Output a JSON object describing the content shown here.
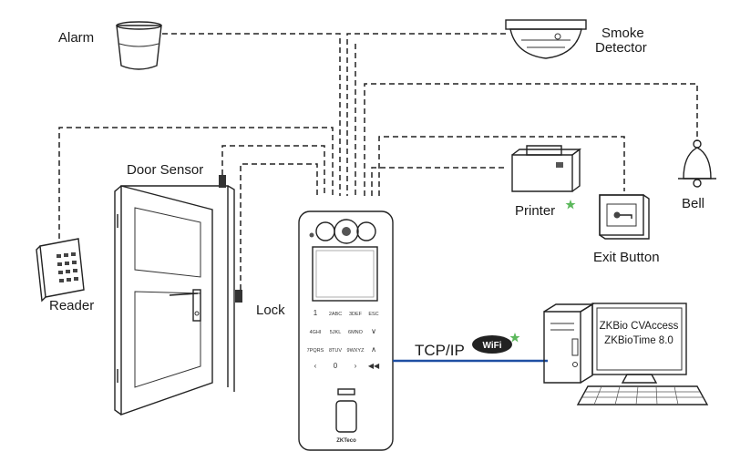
{
  "labels": {
    "alarm": "Alarm",
    "smoke_line1": "Smoke",
    "smoke_line2": "Detector",
    "door_sensor": "Door Sensor",
    "reader": "Reader",
    "lock": "Lock",
    "printer": "Printer",
    "exit_button": "Exit Button",
    "bell": "Bell",
    "tcp_ip": "TCP/IP",
    "wifi": "WiFi",
    "software_line1": "ZKBio CVAccess",
    "software_line2": "ZKBioTime 8.0",
    "brand": "ZKTeco"
  },
  "keypad": [
    "1",
    "2ABC",
    "3DEF",
    "ESC",
    "4GHI",
    "5JKL",
    "6MNO",
    "∨",
    "7PQRS",
    "8TUV",
    "9WXYZ",
    "∧",
    "‹",
    "0",
    "›",
    "◀◀"
  ],
  "colors": {
    "network_line": "#1f4fa3",
    "star": "#5cb85c",
    "stroke": "#222222"
  },
  "icons": [
    "alarm-icon",
    "smoke-detector-icon",
    "door-icon",
    "reader-icon",
    "terminal-icon",
    "printer-icon",
    "exit-button-icon",
    "bell-icon",
    "computer-icon",
    "wifi-icon",
    "star-icon"
  ]
}
